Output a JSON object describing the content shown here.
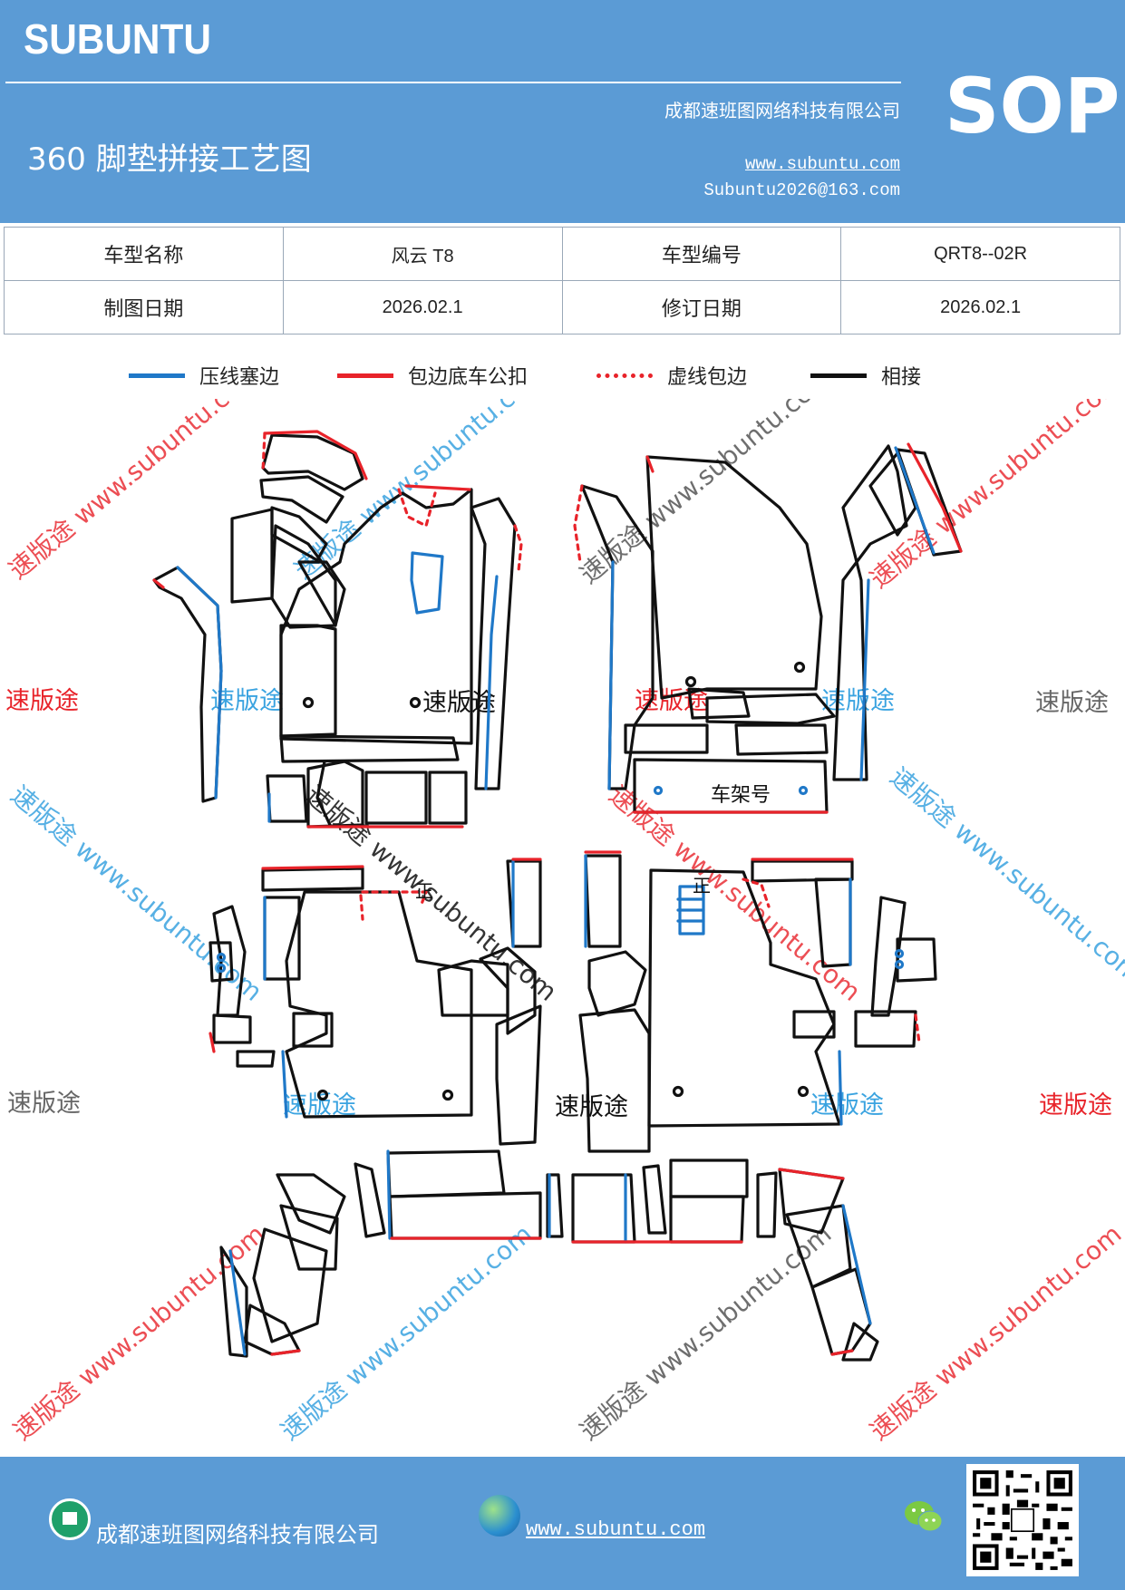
{
  "header": {
    "brand": "SUBUNTU",
    "company": "成都速班图网络科技有限公司",
    "title": "360 脚垫拼接工艺图",
    "website": "www.subuntu.com",
    "email": "Subuntu2026@163.com",
    "sop": "SOP"
  },
  "info_table": {
    "model_name_label": "车型名称",
    "model_name_value": "风云 T8",
    "model_code_label": "车型编号",
    "model_code_value": "QRT8--02R",
    "draw_date_label": "制图日期",
    "draw_date_value": "2026.02.1",
    "revise_date_label": "修订日期",
    "revise_date_value": "2026.02.1"
  },
  "legend": [
    {
      "label": "压线塞边",
      "color": "#1f78c8",
      "style": "solid"
    },
    {
      "label": "包边底车公扣",
      "color": "#e8232a",
      "style": "solid"
    },
    {
      "label": "虚线包边",
      "color": "#e8232a",
      "style": "dotted"
    },
    {
      "label": "相接",
      "color": "#111111",
      "style": "solid"
    }
  ],
  "watermarks": {
    "brand_cn": "速版途",
    "diag_text": "速版途 www.subuntu.com"
  },
  "diagram": {
    "frame_label": "车架号",
    "mark_zheng": "正"
  },
  "colors": {
    "header_bg": "#5b9bd5",
    "blue_line": "#1f78c8",
    "red_line": "#e8232a",
    "black_line": "#111111"
  },
  "footer": {
    "company": "成都速班图网络科技有限公司",
    "website": "www.subuntu.com"
  }
}
